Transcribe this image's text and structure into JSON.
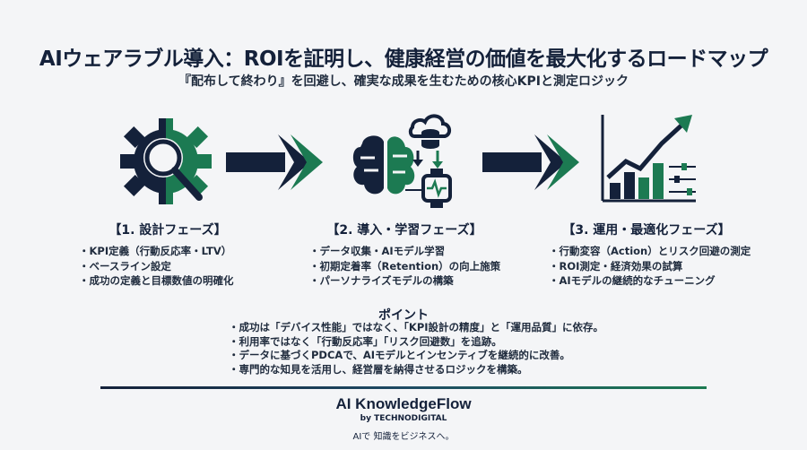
{
  "header": {
    "title": "AIウェアラブル導入：ROIを証明し、健康経営の価値を最大化するロードマップ",
    "subtitle": "『配布して終わり』を回避し、確実な成果を生むための核心KPIと測定ロジック"
  },
  "phases": [
    {
      "title": "【1. 設計フェーズ】",
      "items": [
        "KPI定義（行動反応率・LTV）",
        "ベースライン設定",
        "成功の定義と目標数値の明確化"
      ]
    },
    {
      "title": "【2. 導入・学習フェーズ】",
      "items": [
        "データ収集・AIモデル学習",
        "初期定着率（Retention）の向上施策",
        "パーソナライズモデルの構築"
      ]
    },
    {
      "title": "【3. 運用・最適化フェーズ】",
      "items": [
        "行動変容（Action）とリスク回避の測定",
        "ROI測定・経済効果の試算",
        "AIモデルの継続的なチューニング"
      ]
    }
  ],
  "points": {
    "title": "ポイント",
    "items": [
      "成功は「デバイス性能」ではなく、「KPI設計の精度」と「運用品質」に依存。",
      "利用率ではなく「行動反応率」「リスク回避数」を追跡。",
      "データに基づくPDCAで、AIモデルとインセンティブを継続的に改善。",
      "専門的な知見を活用し、経営層を納得させるロジックを構築。"
    ]
  },
  "footer": {
    "brand": "AI KnowledgeFlow",
    "brand_sub": "by TECHNODIGITAL",
    "tagline": "AIで 知識をビジネスへ。"
  },
  "colors": {
    "navy": "#14213a",
    "green": "#1c7a52",
    "background": "#f4f5f7"
  },
  "icons": {
    "phase1": "gear-magnifier-icon",
    "phase2": "brain-cloud-watch-icon",
    "phase3": "growth-chart-icon",
    "arrow": "chevron-arrow-icon"
  }
}
